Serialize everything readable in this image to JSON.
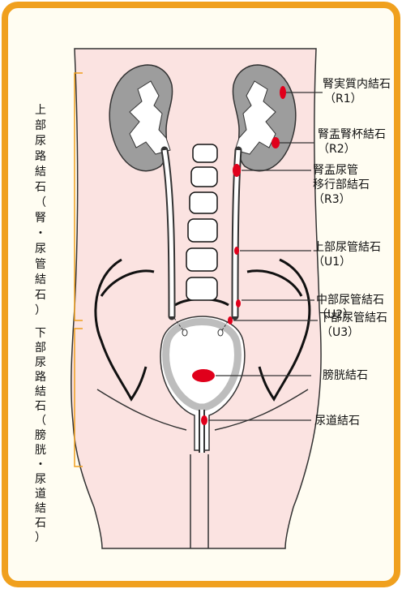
{
  "diagram": {
    "left_labels": {
      "upper": [
        "上",
        "部",
        "尿",
        "路",
        "結",
        "石",
        "（",
        "腎",
        "・",
        "尿",
        "管",
        "結",
        "石",
        "）"
      ],
      "lower": [
        "下",
        "部",
        "尿",
        "路",
        "結",
        "石",
        "（",
        "膀",
        "胱",
        "・",
        "尿",
        "道",
        "結",
        "石",
        "）"
      ]
    },
    "stones": [
      {
        "name": "腎実質内結石",
        "code": "（R1）"
      },
      {
        "name": "腎盂腎杯結石",
        "code": "（R2）"
      },
      {
        "name_line1": "腎盂尿管",
        "name_line2": "移行部結石",
        "code": "（R3）"
      },
      {
        "name": "上部尿管結石",
        "code": "（U1）"
      },
      {
        "name": "中部尿管結石",
        "code": "（U2）"
      },
      {
        "name": "下部尿管結石",
        "code": "（U3）"
      },
      {
        "name": "膀胱結石"
      },
      {
        "name": "尿道結石"
      }
    ],
    "colors": {
      "frame": "#F0A01E",
      "frame_inner": "#FFFDF2",
      "skin": "#FBE3E1",
      "kidney": "#9D9D9D",
      "stone": "#E0001B",
      "bracket": "#F0A01E"
    }
  }
}
